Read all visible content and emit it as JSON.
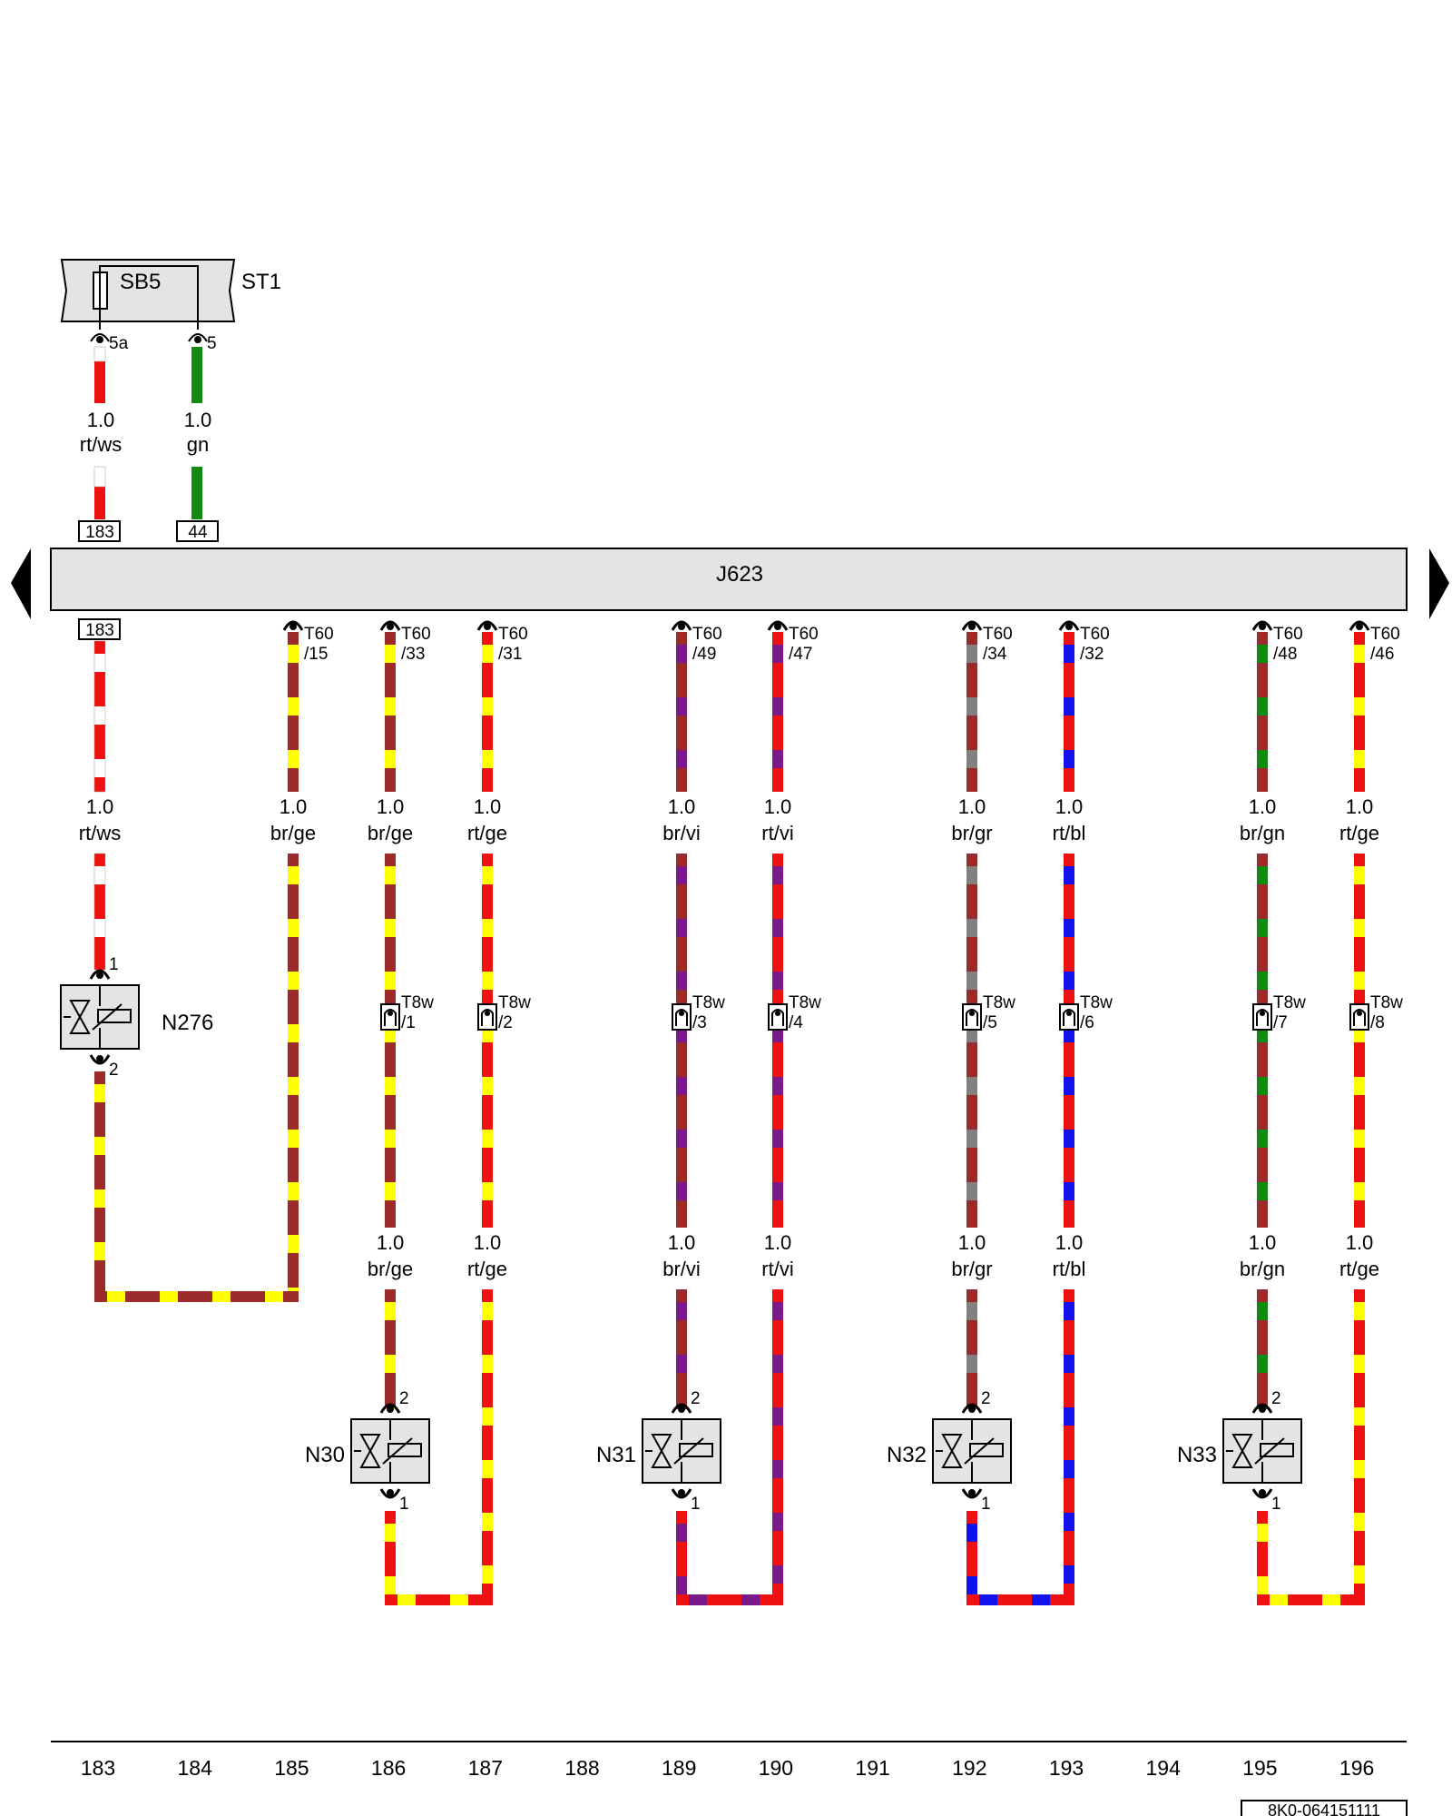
{
  "fuse_panel": {
    "label": "SB5",
    "name": "ST1",
    "pins": [
      "5a",
      "5"
    ]
  },
  "ecu": {
    "label": "J623"
  },
  "top_wires": [
    {
      "gauge": "1.0",
      "color": "rt/ws",
      "ref": "183"
    },
    {
      "gauge": "1.0",
      "color": "gn",
      "ref": "44"
    }
  ],
  "ecu_pins": [
    {
      "conn": "183",
      "gauge": "1.0",
      "color": "rt/ws"
    },
    {
      "conn": "T60\n/15",
      "gauge": "1.0",
      "color": "br/ge"
    },
    {
      "conn": "T60\n/33",
      "gauge": "1.0",
      "color": "br/ge"
    },
    {
      "conn": "T60\n/31",
      "gauge": "1.0",
      "color": "rt/ge"
    },
    {
      "conn": "T60\n/49",
      "gauge": "1.0",
      "color": "br/vi"
    },
    {
      "conn": "T60\n/47",
      "gauge": "1.0",
      "color": "rt/vi"
    },
    {
      "conn": "T60\n/34",
      "gauge": "1.0",
      "color": "br/gr"
    },
    {
      "conn": "T60\n/32",
      "gauge": "1.0",
      "color": "rt/bl"
    },
    {
      "conn": "T60\n/48",
      "gauge": "1.0",
      "color": "br/gn"
    },
    {
      "conn": "T60\n/46",
      "gauge": "1.0",
      "color": "rt/ge"
    }
  ],
  "t8w_connectors": [
    "T8w\n/1",
    "T8w\n/2",
    "T8w\n/3",
    "T8w\n/4",
    "T8w\n/5",
    "T8w\n/6",
    "T8w\n/7",
    "T8w\n/8"
  ],
  "lower_wire_labels": [
    {
      "gauge": "1.0",
      "color": "br/ge"
    },
    {
      "gauge": "1.0",
      "color": "rt/ge"
    },
    {
      "gauge": "1.0",
      "color": "br/vi"
    },
    {
      "gauge": "1.0",
      "color": "rt/vi"
    },
    {
      "gauge": "1.0",
      "color": "br/gr"
    },
    {
      "gauge": "1.0",
      "color": "rt/bl"
    },
    {
      "gauge": "1.0",
      "color": "br/gn"
    },
    {
      "gauge": "1.0",
      "color": "rt/ge"
    }
  ],
  "valves": [
    {
      "name": "N276",
      "pin_top": "1",
      "pin_bottom": "2"
    },
    {
      "name": "N30",
      "pin_top": "2",
      "pin_bottom": "1"
    },
    {
      "name": "N31",
      "pin_top": "2",
      "pin_bottom": "1"
    },
    {
      "name": "N32",
      "pin_top": "2",
      "pin_bottom": "1"
    },
    {
      "name": "N33",
      "pin_top": "2",
      "pin_bottom": "1"
    }
  ],
  "columns": [
    "183",
    "184",
    "185",
    "186",
    "187",
    "188",
    "189",
    "190",
    "191",
    "192",
    "193",
    "194",
    "195",
    "196"
  ],
  "doc_number": "8K0-064151111",
  "wire_colors": {
    "rt": "#ee1111",
    "ws": "#ffffff",
    "gn": "#128a12",
    "br": "#9b2a2a",
    "ge": "#ffff00",
    "vi": "#7a1a8a",
    "gr": "#808080",
    "bl": "#1111ee"
  }
}
